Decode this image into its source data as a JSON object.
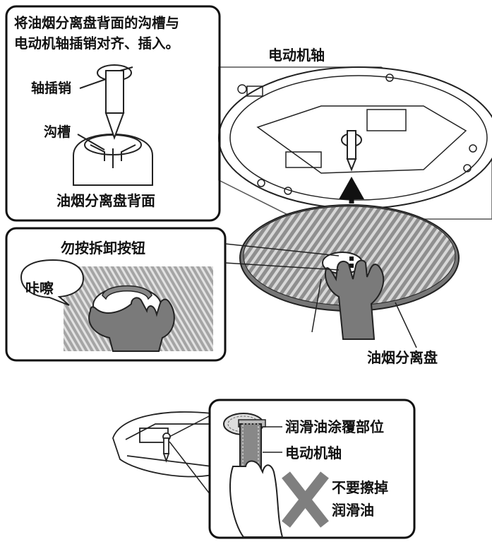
{
  "instruction": {
    "line1": "将油烟分离盘背面的沟槽与",
    "line2": "电动机轴插销对齐、插入。"
  },
  "inset_top": {
    "pin_label": "轴插销",
    "groove_label": "沟槽",
    "caption": "油烟分离盘背面"
  },
  "inset_middle": {
    "title": "勿按拆卸按钮",
    "sound": "咔嚓"
  },
  "main": {
    "shaft_label": "电动机轴",
    "plate_label": "油烟分离盘"
  },
  "bottom": {
    "grease_area_label": "润滑油涂覆部位",
    "shaft_label": "电动机轴",
    "warning_line1": "不要擦掉",
    "warning_line2": "润滑油"
  },
  "colors": {
    "line": "#222222",
    "plate_fill": "#9a9a9a",
    "gray_hand": "#7a7a7a",
    "x_mark": "#7f7f7f"
  }
}
